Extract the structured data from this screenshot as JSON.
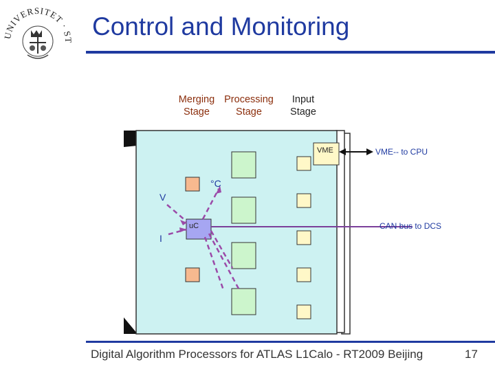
{
  "title": "Control and Monitoring",
  "logo": {
    "name": "university-seal",
    "text": "UNIVERSITET STOCKHOLMS"
  },
  "stages": {
    "merging": "Merging\nStage",
    "processing": "Processing\nStage",
    "input": "Input\nStage"
  },
  "board": {
    "vme_label": "VME",
    "vme_link": "VME-- to CPU",
    "temp_label": "°C",
    "v_label": "V",
    "i_label": "I",
    "uc_label": "uC",
    "can_link": "CAN bus to DCS"
  },
  "colors": {
    "title": "#1f3aa0",
    "board": "#cdf2f2",
    "chip_green": "#ccf5cc",
    "chip_yellow": "#fff8c8",
    "chip_orange": "#f7b98f",
    "uc": "#a6a6f2",
    "arrow_dashed": "#9b4aa8",
    "line_purple": "#7b3f9a"
  },
  "footer": "Digital Algorithm Processors for ATLAS L1Calo - RT2009 Beijing",
  "page_number": "17"
}
